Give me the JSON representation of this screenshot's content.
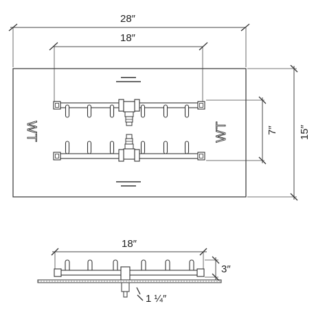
{
  "diagram": {
    "dimensions": {
      "pan_width": "28″",
      "burner_width_top": "18″",
      "pan_depth": "15″",
      "burner_spacing": "7″",
      "burner_width_side": "18″",
      "burner_height": "3″",
      "inlet_size": "1 ¼″"
    },
    "brand_marks": [
      "WT",
      "WT"
    ],
    "colors": {
      "line": "#333333",
      "dim_line": "#444444",
      "background": "#ffffff"
    }
  }
}
